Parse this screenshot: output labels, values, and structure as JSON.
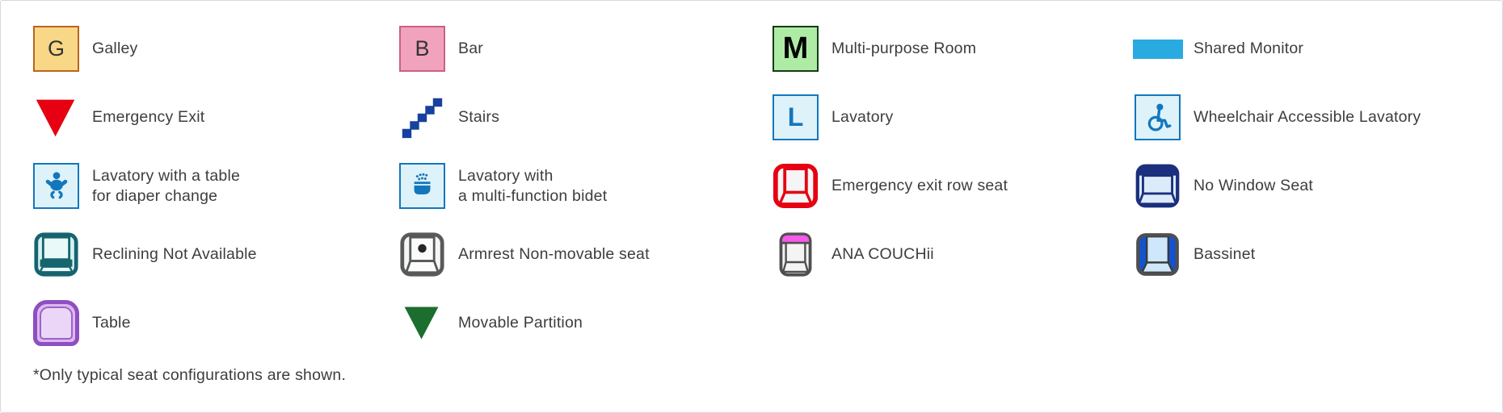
{
  "panel": {
    "footnote": "*Only typical seat configurations are shown."
  },
  "colors": {
    "galley_fill": "#f8d886",
    "galley_border": "#b9641f",
    "bar_fill": "#f1a3bd",
    "bar_border": "#ca617f",
    "multi_purpose_fill": "#aeeca6",
    "multi_purpose_border": "#143c14",
    "shared_monitor_cyan": "#29abe2",
    "emergency_red": "#e60012",
    "stairs_blue": "#17419e",
    "lavatory_blue": "#1377bd",
    "lavatory_fill": "#def2f9",
    "no_window_navy": "#1b2f7e",
    "reclining_teal": "#15646e",
    "armrest_gray": "#58595b",
    "couchii_magenta": "#f55ae8",
    "bassinet_blue": "#1353cf",
    "table_purple": "#8e4fc1",
    "partition_green": "#1b6e2e",
    "text": "#3d3d3d"
  },
  "legend": {
    "items": [
      {
        "name": "galley",
        "icon": "galley-square-icon",
        "letter": "G",
        "label": "Galley"
      },
      {
        "name": "bar",
        "icon": "bar-square-icon",
        "letter": "B",
        "label": "Bar"
      },
      {
        "name": "multi-purpose-room",
        "icon": "multi-purpose-room-square-icon",
        "letter": "M",
        "label": "Multi-purpose Room"
      },
      {
        "name": "shared-monitor",
        "icon": "shared-monitor-icon",
        "label": "Shared Monitor"
      },
      {
        "name": "emergency-exit",
        "icon": "emergency-exit-triangle-icon",
        "label": "Emergency Exit"
      },
      {
        "name": "stairs",
        "icon": "stairs-icon",
        "label": "Stairs"
      },
      {
        "name": "lavatory",
        "icon": "lavatory-square-icon",
        "letter": "L",
        "label": "Lavatory"
      },
      {
        "name": "wheelchair-accessible-lavatory",
        "icon": "wheelchair-icon",
        "label": "Wheelchair Accessible Lavatory"
      },
      {
        "name": "lavatory-diaper-change",
        "icon": "baby-icon",
        "label": "Lavatory with a table\nfor diaper change"
      },
      {
        "name": "lavatory-bidet",
        "icon": "bidet-icon",
        "label": "Lavatory with\na multi-function bidet"
      },
      {
        "name": "emergency-exit-row-seat",
        "icon": "emergency-exit-row-seat-icon",
        "label": "Emergency exit row seat"
      },
      {
        "name": "no-window-seat",
        "icon": "no-window-seat-icon",
        "label": "No Window Seat"
      },
      {
        "name": "reclining-not-available",
        "icon": "reclining-not-available-seat-icon",
        "label": "Reclining Not Available"
      },
      {
        "name": "armrest-non-movable",
        "icon": "armrest-non-movable-seat-icon",
        "label": "Armrest Non-movable seat"
      },
      {
        "name": "ana-couchii",
        "icon": "ana-couchii-seat-icon",
        "label": "ANA COUCHii"
      },
      {
        "name": "bassinet",
        "icon": "bassinet-seat-icon",
        "label": "Bassinet"
      },
      {
        "name": "table",
        "icon": "table-icon",
        "label": "Table"
      },
      {
        "name": "movable-partition",
        "icon": "movable-partition-triangle-icon",
        "label": "Movable Partition"
      }
    ]
  }
}
